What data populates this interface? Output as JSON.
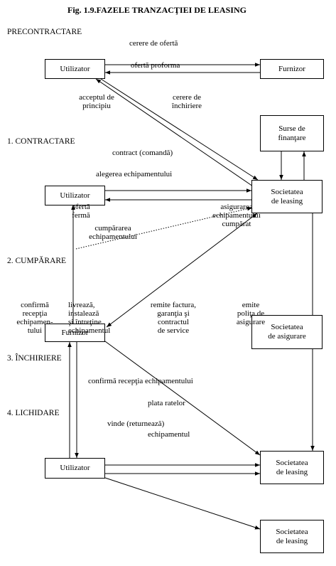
{
  "title": "Fig. 1.9.FAZELE TRANZACŢIEI DE LEASING",
  "phases": {
    "pre": "PRECONTRACTARE",
    "contract": "1. CONTRACTARE",
    "buy": "2. CUMPĂRARE",
    "rent": "3. ÎNCHIRIERE",
    "end": "4. LICHIDARE"
  },
  "boxes": {
    "utilizator1": "Utilizator",
    "furnizor1": "Furnizor",
    "surse": "Surse de\nfinanţare",
    "utilizator2": "Utilizator",
    "societatea1": "Societatea\nde leasing",
    "furnizor2": "Furnizor",
    "asigurare": "Societatea\nde asigurare",
    "utilizator3": "Utilizator",
    "societatea2": "Societatea\nde leasing",
    "societatea3": "Societatea\nde leasing"
  },
  "labels": {
    "cerere_oferta": "cerere de ofertă",
    "oferta_proforma": "ofertă proforma",
    "acceptul": "acceptul de\nprincipiu",
    "cerere_inchiriere": "cerere de\nînchiriere",
    "contract": "contract (comandă)",
    "alegerea": "alegerea echipamentului",
    "oferta_ferma": "ofertă\nfermă",
    "asigurarea": "asigurarea\nechipamentului\ncumpărat",
    "cumpararea": "cumpărarea\nechipamentului",
    "confirma_receptia": "confirmă\nrecepţia\nechipamen-\ntului",
    "livreaza": "livrează,\ninstalează\nşi întreţine\nechipamentul",
    "remite": "remite factura,\ngaranţia şi\ncontractul\nde service",
    "emite": "emite\npoliţa de\nasigurare",
    "confirma_echip": "confirmă recepţia echipamentului",
    "plata": "plata ratelor",
    "vinde": "vinde (returnează)",
    "echipamentul": "echipamentul"
  }
}
